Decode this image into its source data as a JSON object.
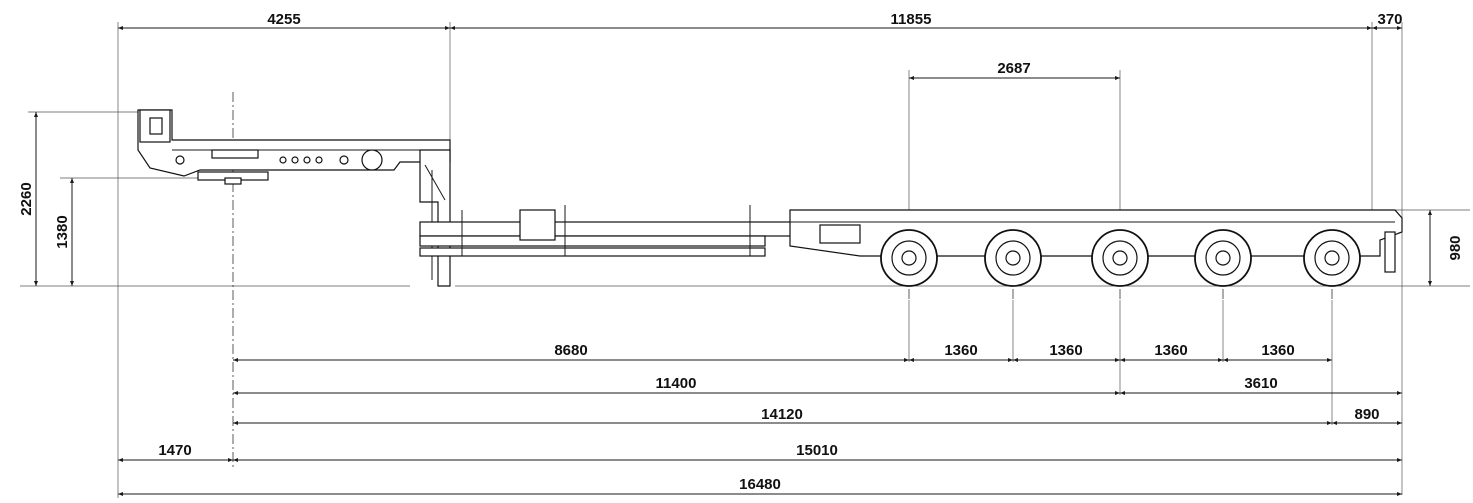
{
  "dimensions": {
    "top_front": "4255",
    "top_main": "11855",
    "top_rear": "370",
    "axle_group": "2687",
    "height_total": "2260",
    "height_coupling": "1380",
    "height_deck": "980",
    "kingpin_to_first_axle": "8680",
    "axle_pitch_1": "1360",
    "axle_pitch_2": "1360",
    "axle_pitch_3": "1360",
    "axle_pitch_4": "1360",
    "kingpin_to_center_axle": "11400",
    "center_axle_to_rear": "3610",
    "kingpin_to_last_axle": "14120",
    "last_axle_to_rear": "890",
    "front_overhang": "1470",
    "kingpin_to_rear": "15010",
    "overall_length": "16480"
  },
  "colors": {
    "line": "#1a1a1a",
    "background": "#ffffff"
  }
}
